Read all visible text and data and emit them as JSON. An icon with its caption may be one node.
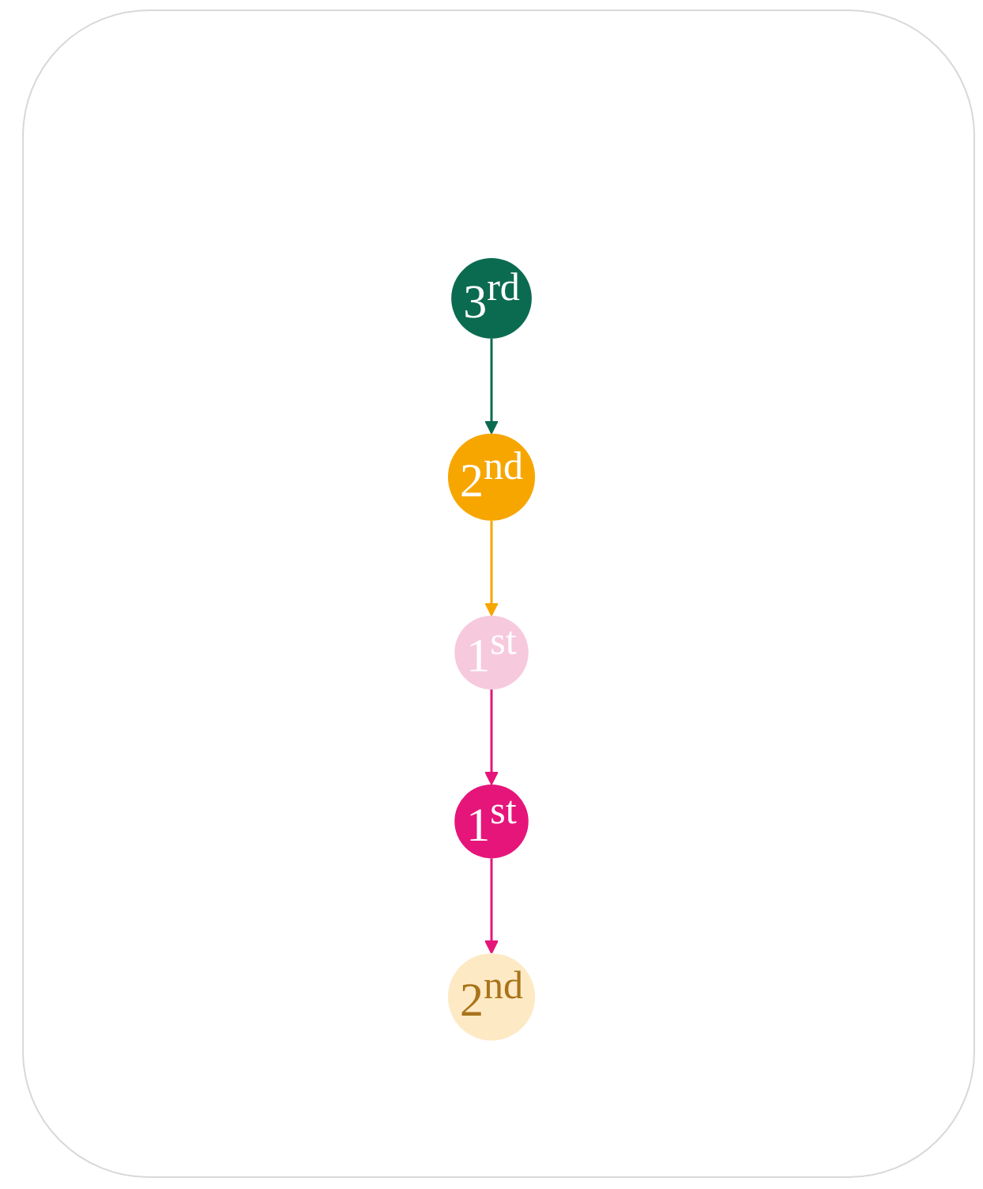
{
  "diagram": {
    "nodes": [
      {
        "text": [
          "3$^{rd}$"
        ]
      },
      {
        "text": [
          "2$^{nd}$"
        ]
      },
      {
        "text": [
          "1$^{st}$"
        ]
      },
      {
        "text": [
          "1$^{st}$"
        ]
      },
      {
        "text": [
          "2$^{nd}$"
        ]
      }
    ],
    "edges": [
      {
        "from": 0,
        "to": 1,
        "arrow": "to",
        "color": "#0b6b50"
      },
      {
        "from": 1,
        "to": 2,
        "arrow": "to",
        "color": "#f7a600"
      },
      {
        "from": 2,
        "to": 3,
        "arrow": "to"
      },
      {
        "from": 3,
        "to": 4,
        "arrow": "to"
      }
    ]
  }
}
